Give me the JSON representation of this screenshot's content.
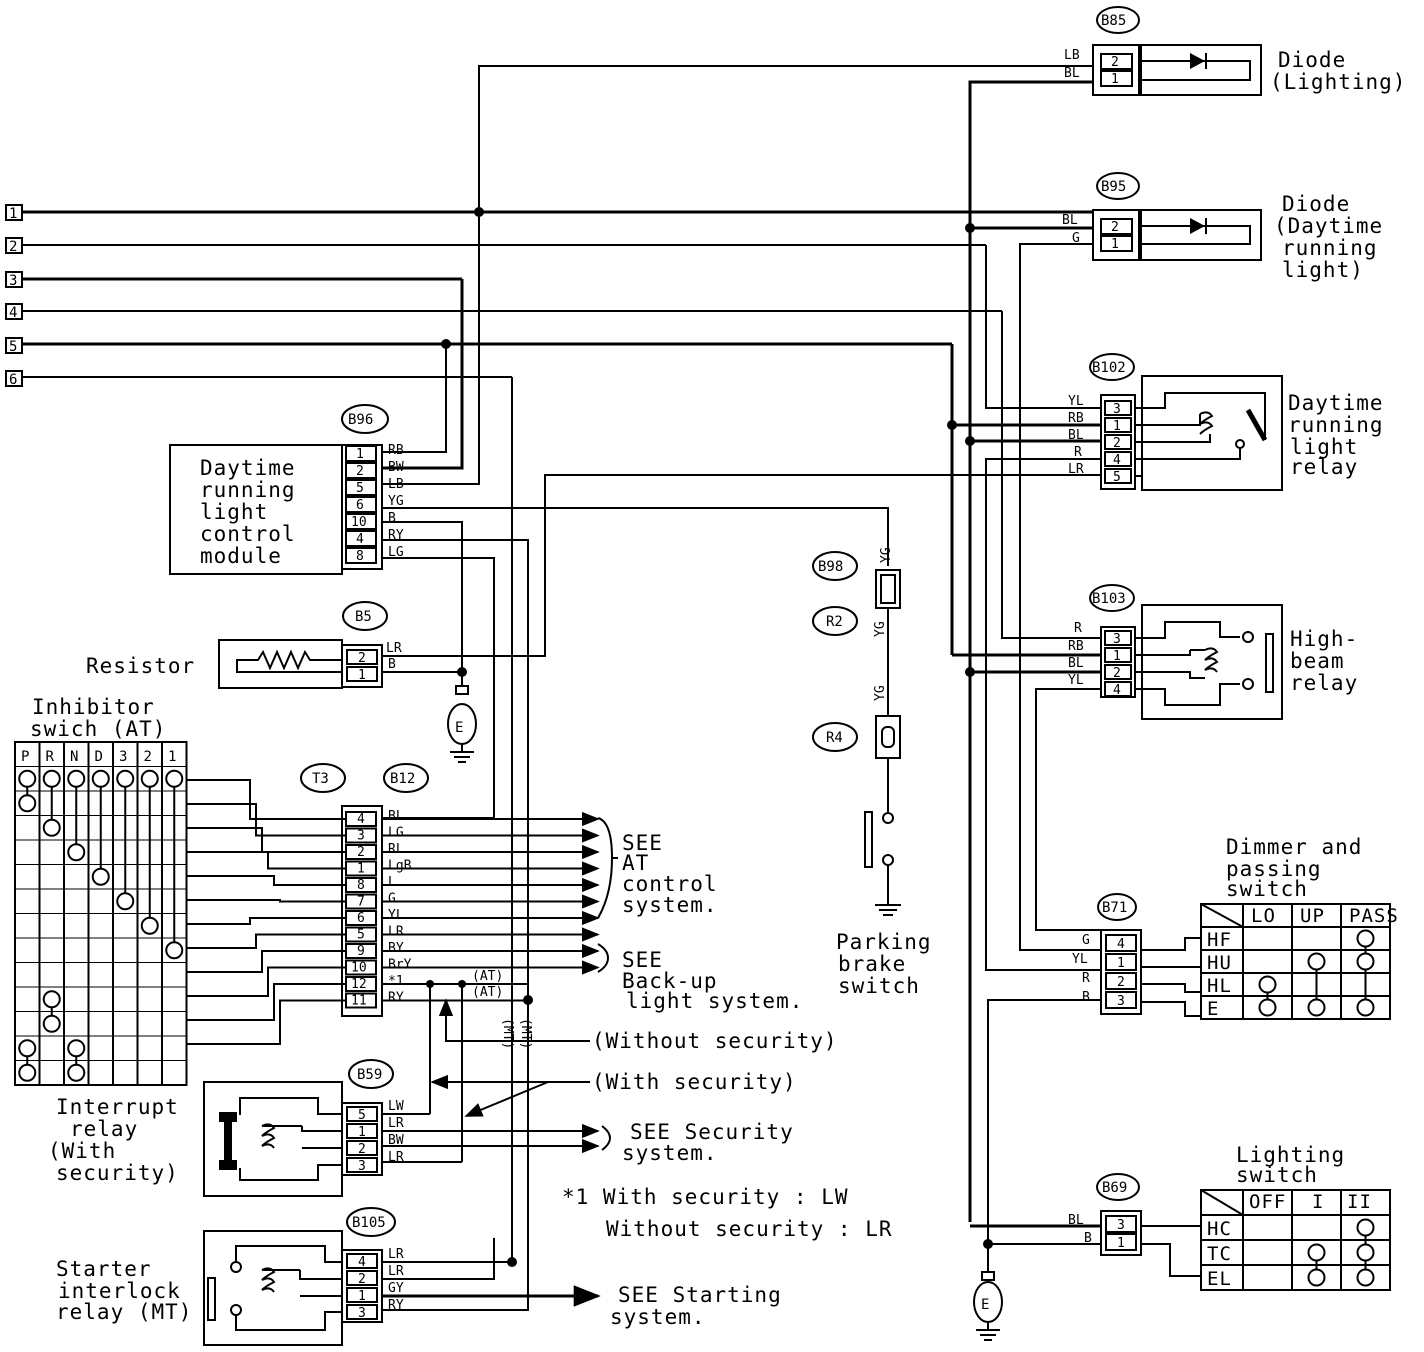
{
  "diagram": {
    "bus_numbers": [
      "1",
      "2",
      "3",
      "4",
      "5",
      "6"
    ],
    "connectors": {
      "b85": "B85",
      "b95": "B95",
      "b96": "B96",
      "b102": "B102",
      "b103": "B103",
      "b98": "B98",
      "r2": "R2",
      "r4": "R4",
      "b5": "B5",
      "t3": "T3",
      "b12": "B12",
      "b59": "B59",
      "b105": "B105",
      "b71": "B71",
      "b69": "B69"
    },
    "components": {
      "diode_lighting": [
        "Diode",
        "(Lighting)"
      ],
      "diode_drl": [
        "Diode",
        "(Daytime",
        "running",
        "light)"
      ],
      "drl_module": [
        "Daytime",
        "running",
        "light",
        "control",
        "module"
      ],
      "drl_relay": [
        "Daytime",
        "running",
        "light",
        "relay"
      ],
      "high_beam_relay": [
        "High-",
        "beam",
        "relay"
      ],
      "resistor": "Resistor",
      "inhibitor_switch": [
        "Inhibitor",
        "swich (AT)"
      ],
      "parking_brake_switch": [
        "Parking",
        "brake",
        "switch"
      ],
      "dimmer_switch": [
        "Dimmer and",
        "passing",
        "switch"
      ],
      "lighting_switch": [
        "Lighting",
        "switch"
      ],
      "interrupt_relay": [
        "Interrupt",
        "relay",
        "(With",
        "security)"
      ],
      "starter_interlock_relay": [
        "Starter",
        "interlock",
        "relay (MT)"
      ]
    },
    "references": {
      "at_control": [
        "SEE",
        "AT",
        "control",
        "system."
      ],
      "backup_light": [
        "SEE",
        "Back-up",
        "light system."
      ],
      "security": [
        "SEE Security",
        "system."
      ],
      "starting": [
        "SEE Starting",
        "system."
      ]
    },
    "annotations": {
      "without_security": "(Without security)",
      "with_security": "(With security)",
      "note1": "*1  With security     :  LW",
      "note2": "Without security  :  LR",
      "at": "(AT)",
      "mt": "(MT)",
      "ground": "E"
    },
    "inhibitor_positions": [
      "P",
      "R",
      "N",
      "D",
      "3",
      "2",
      "1"
    ],
    "dimmer_table": {
      "cols": [
        "LO",
        "UP",
        "PASS"
      ],
      "rows": [
        "HF",
        "HU",
        "HL",
        "E"
      ]
    },
    "lighting_table": {
      "cols": [
        "OFF",
        "I",
        "II"
      ],
      "rows": [
        "HC",
        "TC",
        "EL"
      ]
    },
    "pins": {
      "b85": [
        "2",
        "1"
      ],
      "b85_wires": [
        "LB",
        "BL"
      ],
      "b95": [
        "2",
        "1"
      ],
      "b95_wires": [
        "BL",
        "G"
      ],
      "b96": [
        "1",
        "2",
        "5",
        "6",
        "10",
        "4",
        "8"
      ],
      "b96_wires": [
        "RB",
        "BW",
        "LB",
        "YG",
        "B",
        "RY",
        "LG"
      ],
      "b102": [
        "3",
        "1",
        "2",
        "4",
        "5"
      ],
      "b102_wires": [
        "YL",
        "RB",
        "BL",
        "R",
        "LR"
      ],
      "b103": [
        "3",
        "1",
        "2",
        "4"
      ],
      "b103_wires": [
        "R",
        "RB",
        "BL",
        "YL"
      ],
      "b5": [
        "2",
        "1"
      ],
      "b5_wires": [
        "LR",
        "B"
      ],
      "b12": [
        "4",
        "3",
        "2",
        "1",
        "8",
        "7",
        "6",
        "5",
        "9",
        "10",
        "12",
        "11"
      ],
      "b12_wires": [
        "BL",
        "LG",
        "RL",
        "LgB",
        "L",
        "G",
        "YL",
        "LR",
        "BY",
        "BrY",
        "*1",
        "RY"
      ],
      "b59": [
        "5",
        "1",
        "2",
        "3"
      ],
      "b59_wires": [
        "LW",
        "LR",
        "BW",
        "LR"
      ],
      "b105": [
        "4",
        "2",
        "1",
        "3"
      ],
      "b105_wires": [
        "LR",
        "LR",
        "GY",
        "RY"
      ],
      "b71": [
        "4",
        "1",
        "2",
        "3"
      ],
      "b71_wires": [
        "G",
        "YL",
        "R",
        "B"
      ],
      "b69": [
        "3",
        "1"
      ],
      "b69_wires": [
        "BL",
        "B"
      ],
      "b98": "YG",
      "r2": "YG",
      "r4": "YG"
    }
  }
}
